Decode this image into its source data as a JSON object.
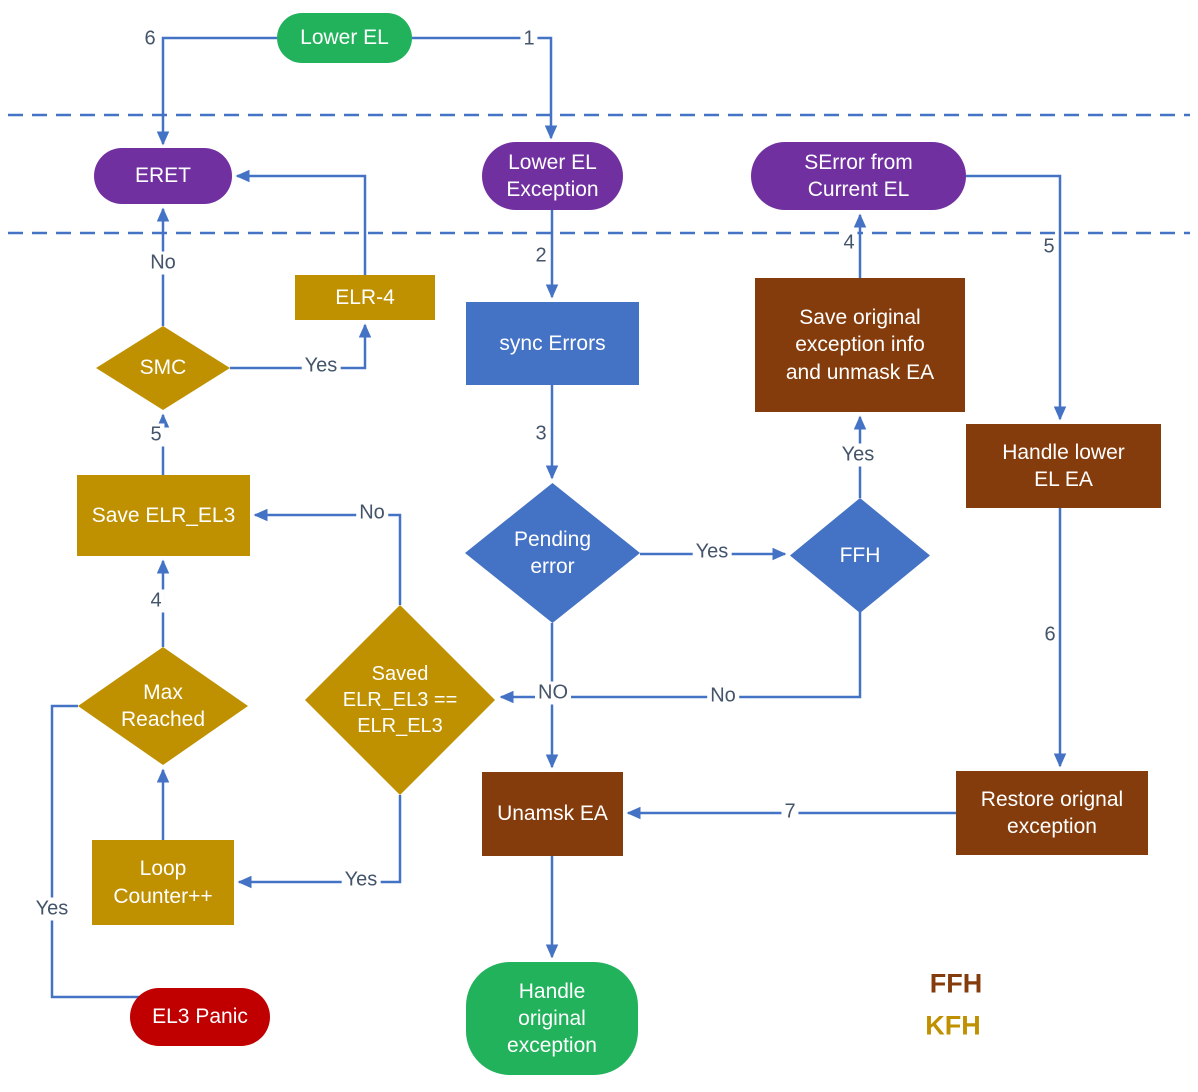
{
  "nodes": {
    "lower_el": {
      "label": "Lower EL"
    },
    "eret": {
      "label": "ERET"
    },
    "lower_el_exception": {
      "label": "Lower EL\nException"
    },
    "serror_current_el": {
      "label": "SError from\nCurrent EL"
    },
    "elr_minus_4": {
      "label": "ELR-4"
    },
    "smc": {
      "label": "SMC"
    },
    "sync_errors": {
      "label": "sync Errors"
    },
    "save_original_info": {
      "label": "Save original\nexception info\nand unmask EA"
    },
    "handle_lower_el_ea": {
      "label": "Handle lower\nEL EA"
    },
    "save_elr_el3": {
      "label": "Save ELR_EL3"
    },
    "pending_error": {
      "label": "Pending\nerror"
    },
    "ffh": {
      "label": "FFH"
    },
    "max_reached": {
      "label": "Max\nReached"
    },
    "saved_elr_check": {
      "label": "Saved\nELR_EL3 ==\nELR_EL3"
    },
    "loop_counter": {
      "label": "Loop\nCounter++"
    },
    "el3_panic": {
      "label": "EL3 Panic"
    },
    "unamsk_ea": {
      "label": "Unamsk EA"
    },
    "restore_orignal": {
      "label": "Restore orignal\nexception"
    },
    "handle_original": {
      "label": "Handle\noriginal\nexception"
    }
  },
  "edge_labels": {
    "lower_el_to_eret": "6",
    "lower_el_to_exception": "1",
    "exception_to_sync": "2",
    "sync_to_pending": "3",
    "pending_yes": "Yes",
    "pending_no": "NO",
    "ffh_no": "No",
    "ffh_yes": "Yes",
    "save_info_to_serror": "4",
    "serror_to_handle_lower": "5",
    "handle_lower_to_restore": "6",
    "restore_to_unamsk": "7",
    "smc_no": "No",
    "smc_yes": "Yes",
    "save_elr_to_smc": "5",
    "max_to_save_elr": "4",
    "saved_check_no": "No",
    "saved_check_yes": "Yes",
    "max_yes": "Yes"
  },
  "legend": {
    "ffh": "FFH",
    "kfh": "KFH"
  },
  "colors": {
    "terminal_green": "#21B25B",
    "exception_purple": "#7030A0",
    "process_blue": "#4472C4",
    "ffh_brown": "#843C0C",
    "kfh_gold": "#BF9000",
    "panic_red": "#C00000",
    "connector_blue": "#4472C4",
    "edge_label_text": "#44546A"
  }
}
